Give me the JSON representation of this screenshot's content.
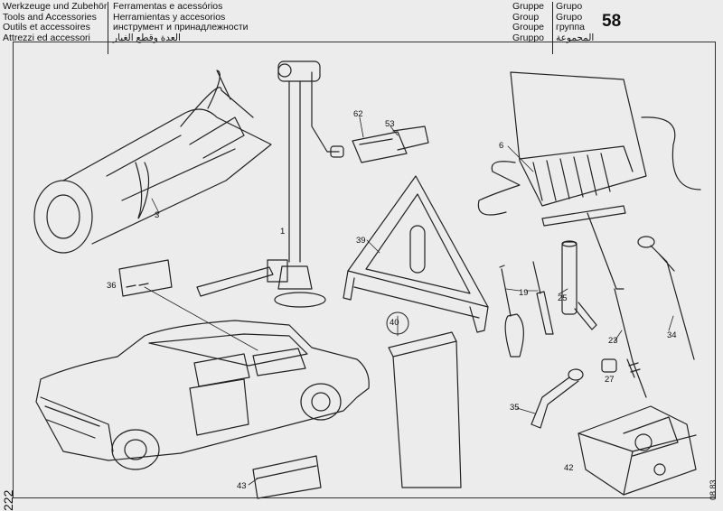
{
  "header": {
    "titles_left": [
      "Werkzeuge und Zubehör",
      "Tools and Accessories",
      "Outils et accessoires",
      "Attrezzi ed accessori"
    ],
    "titles_mid": [
      "Ferramentas e acessórios",
      "Herramientas y accesorios",
      "инструмент и принадлежности",
      "العدة وقطع الغيار"
    ],
    "group_words": [
      "Gruppe",
      "Group",
      "Groupe",
      "Gruppo"
    ],
    "group_words_tr": [
      "Grupo",
      "Grupo",
      "группа",
      "المجموعة"
    ],
    "group_number": "58"
  },
  "page_number": "222",
  "date_code": "08.83",
  "callouts": {
    "c3": "3",
    "c1": "1",
    "c62": "62",
    "c53": "53",
    "c6": "6",
    "c39": "39",
    "c36": "36",
    "c40": "40",
    "c19": "19",
    "c25": "25",
    "c23": "23",
    "c34": "34",
    "c27": "27",
    "c35": "35",
    "c42": "42",
    "c43": "43"
  }
}
